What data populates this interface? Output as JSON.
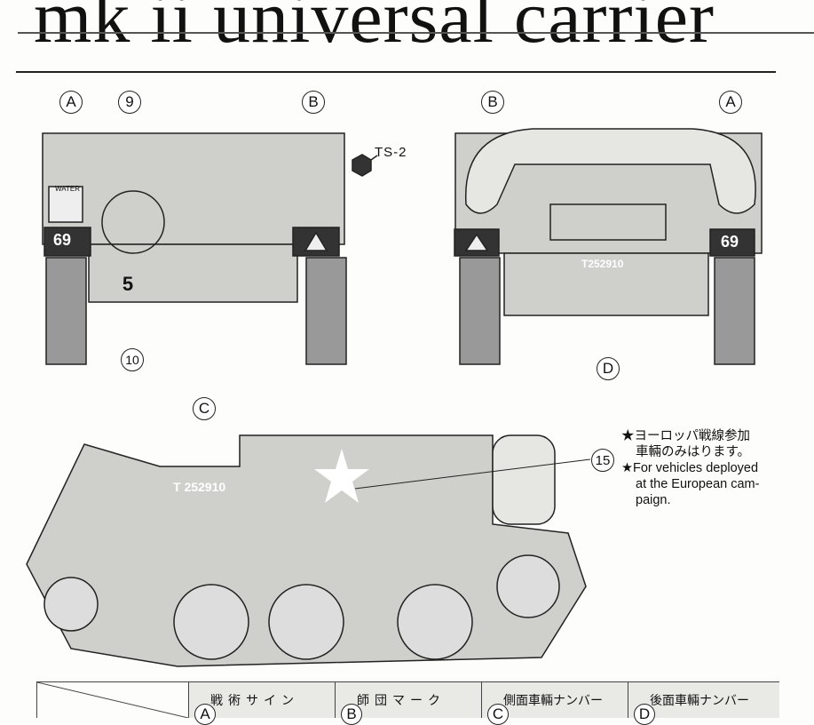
{
  "title": "mk ii universal carrier",
  "front_view": {
    "callouts": [
      "A",
      "9",
      "B",
      "5",
      "10"
    ],
    "part_label": "TS-2",
    "water_label": "WATER",
    "plate_number": "69"
  },
  "rear_view": {
    "callouts": [
      "B",
      "A",
      "D"
    ],
    "plate_number": "69",
    "vehicle_number": "T252910"
  },
  "side_view": {
    "callouts": [
      "C",
      "15"
    ],
    "vehicle_number": "T 252910"
  },
  "note": {
    "jp_line1": "★ヨーロッパ戦線参加",
    "jp_line2": "車輛のみはります。",
    "en_line1": "★For vehicles deployed",
    "en_line2": "at the European cam-",
    "en_line3": "paign."
  },
  "table": {
    "headers": [
      {
        "letter": "A",
        "label": "戦術サイン"
      },
      {
        "letter": "B",
        "label": "師団マーク"
      },
      {
        "letter": "C",
        "label": "側面車輛ナンバー"
      },
      {
        "letter": "D",
        "label": "後面車輛ナンバー"
      }
    ]
  }
}
